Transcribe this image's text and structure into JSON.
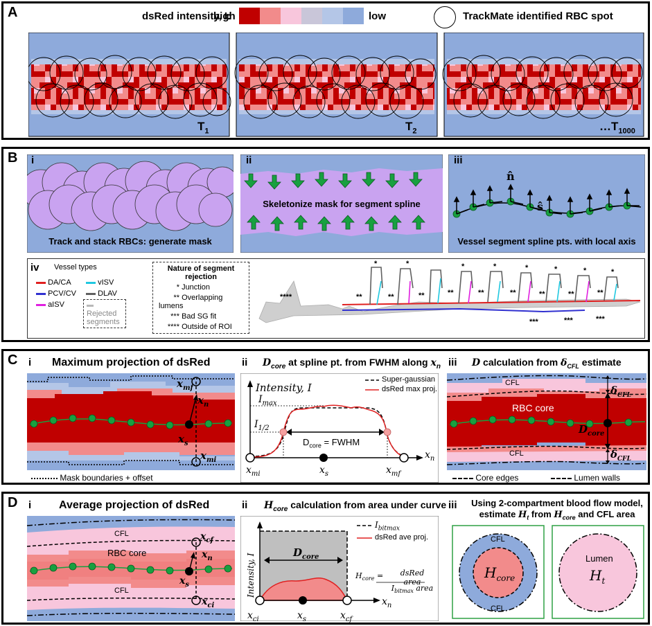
{
  "panelA": {
    "letter": "A",
    "legend_title": "dsRed intensity, I:",
    "high": "high",
    "low": "low",
    "scale_colors": [
      "#c00000",
      "#f28b8b",
      "#f8c6dc",
      "#c9c6d9",
      "#b4c6e7",
      "#8eaadb"
    ],
    "spot_label": "TrackMate identified RBC spot",
    "frames": [
      {
        "t": "T",
        "sub": "1",
        "prefix": ""
      },
      {
        "t": "T",
        "sub": "2",
        "prefix": ""
      },
      {
        "t": "T",
        "sub": "1000",
        "prefix": "…"
      }
    ]
  },
  "panelB": {
    "letter": "B",
    "i": {
      "num": "i",
      "caption": "Track and stack RBCs: generate mask"
    },
    "ii": {
      "num": "ii",
      "caption": "Skeletonize mask for segment spline"
    },
    "iii": {
      "num": "iii",
      "caption": "Vessel segment spline pts. with local axis",
      "n_hat": "n̂",
      "s_hat": "ŝ"
    },
    "iv": {
      "num": "iv",
      "vessel_title": "Vessel types",
      "vessel_types": [
        {
          "label": "DA/CA",
          "color": "#e02020"
        },
        {
          "label": "vISV",
          "color": "#20c8e0"
        },
        {
          "label": "PCV/CV",
          "color": "#3030d0"
        },
        {
          "label": "DLAV",
          "color": "#606060"
        },
        {
          "label": "aISV",
          "color": "#e020e0"
        },
        {
          "label": "Rejected segments",
          "color": "#b8b8b8"
        }
      ],
      "rejection_title": "Nature of segment rejection",
      "rejections": [
        {
          "mark": "*",
          "label": "Junction"
        },
        {
          "mark": "**",
          "label": "Overlapping lumens"
        },
        {
          "mark": "***",
          "label": "Bad SG fit"
        },
        {
          "mark": "****",
          "label": "Outside of ROI"
        }
      ]
    }
  },
  "panelC": {
    "letter": "C",
    "i": {
      "num": "i",
      "title": "Maximum projection of dsRed",
      "footer": "Mask boundaries + offset",
      "xmf": "x",
      "xmf_sub": "mf",
      "xn": "x",
      "xn_sub": "n",
      "xs": "x",
      "xs_sub": "s",
      "xmi": "x",
      "xmi_sub": "mi"
    },
    "ii": {
      "num": "ii",
      "title_main": "D",
      "title_sub": "core",
      "title_rest": " at spline pt. from FWHM along ",
      "title_x": "x",
      "title_xsub": "n",
      "ylabel": "Intensity, I",
      "imax": "I",
      "imax_sub": "max",
      "ihalf": "I",
      "ihalf_sub": "1/2",
      "fwhm_label": "D",
      "fwhm_sub": "core",
      "fwhm_rest": " = FWHM",
      "legend_sg": "Super-gaussian",
      "legend_ds": "dsRed max proj.",
      "x_mi": "x",
      "x_mi_sub": "mi",
      "x_s": "x",
      "x_s_sub": "s",
      "x_mf": "x",
      "x_mf_sub": "mf",
      "x_n": "x",
      "x_n_sub": "n"
    },
    "iii": {
      "num": "iii",
      "title_pre": "D",
      "title_mid": " calculation from ",
      "title_delta": "δ",
      "title_delta_sub": "CFL",
      "title_post": " estimate",
      "cfl_top": "CFL",
      "core": "RBC core",
      "cfl_bottom": "CFL",
      "dcore": "D",
      "dcore_sub": "core",
      "delta": "δ",
      "delta_sub": "CFL",
      "footer_core": "Core edges",
      "footer_lumen": "Lumen walls"
    }
  },
  "panelD": {
    "letter": "D",
    "i": {
      "num": "i",
      "title": "Average projection of dsRed",
      "cfl_top": "CFL",
      "core": "RBC core",
      "cfl_bottom": "CFL",
      "xcf": "x",
      "xcf_sub": "cf",
      "xn": "x",
      "xn_sub": "n",
      "xs": "x",
      "xs_sub": "s",
      "xci": "x",
      "xci_sub": "ci"
    },
    "ii": {
      "num": "ii",
      "title_pre": "H",
      "title_sub": "core",
      "title_post": " calculation from area under curve",
      "ylabel": "Intensity, I",
      "dcore": "D",
      "dcore_sub": "core",
      "legend_bitmax": "I",
      "legend_bitmax_sub": "bitmax",
      "legend_ave": "dsRed ave proj.",
      "formula_lhs": "H",
      "formula_lhs_sub": "core",
      "formula_num": "dsRed area",
      "formula_den_pre": "I",
      "formula_den_sub": "bitmax",
      "formula_den_post": " area",
      "x_ci": "x",
      "x_ci_sub": "ci",
      "x_s": "x",
      "x_s_sub": "s",
      "x_cf": "x",
      "x_cf_sub": "cf",
      "x_n": "x",
      "x_n_sub": "n"
    },
    "iii": {
      "num": "iii",
      "title_line1": "Using 2-compartment blood flow model,",
      "title_line2_pre": "estimate ",
      "title_line2_h": "H",
      "title_line2_hsub": "t",
      "title_line2_mid": " from ",
      "title_line2_h2": "H",
      "title_line2_h2sub": "core",
      "title_line2_post": " and CFL area",
      "cfl_top": "CFL",
      "hcore": "H",
      "hcore_sub": "core",
      "cfl_bottom": "CFL",
      "lumen": "Lumen",
      "ht": "H",
      "ht_sub": "t"
    }
  }
}
